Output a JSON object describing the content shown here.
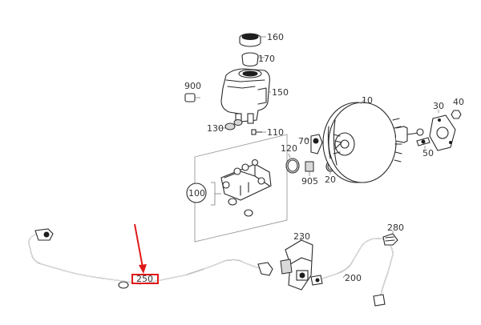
{
  "callouts": {
    "p160": "160",
    "p170": "170",
    "p900": "900",
    "p150": "150",
    "p130": "130",
    "p110": "110",
    "p10": "10",
    "p30": "30",
    "p40": "40",
    "p70": "70",
    "p50": "50",
    "p120": "120",
    "p905": "905",
    "p20": "20",
    "p100": "100",
    "p250": "250",
    "p230": "230",
    "p280": "280",
    "p200": "200"
  },
  "colors": {
    "highlight": "#e01818",
    "line": "#2a2a2a"
  },
  "highlighted_part": "250"
}
